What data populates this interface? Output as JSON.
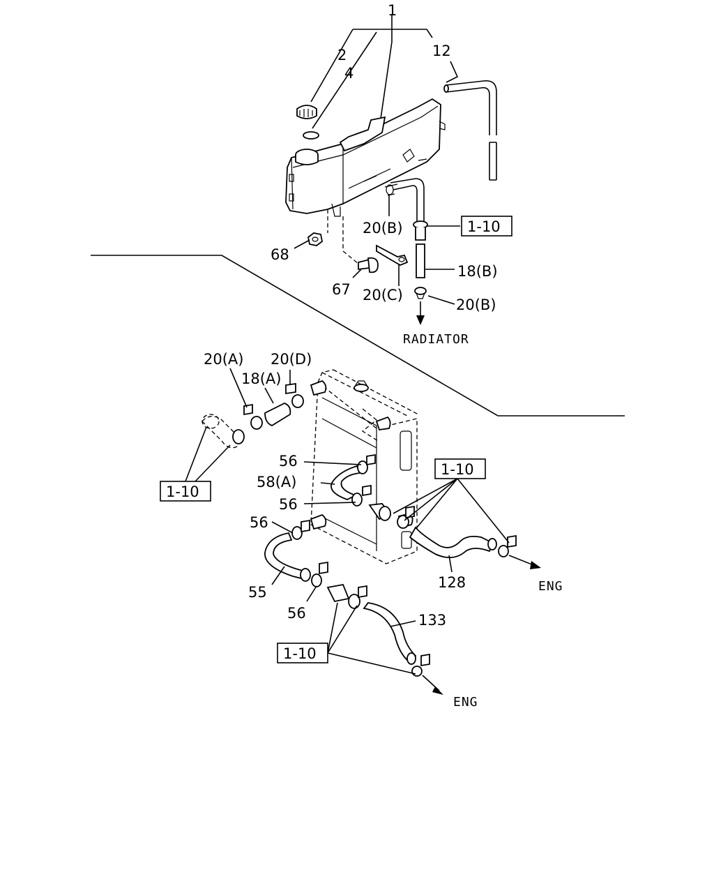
{
  "callouts": {
    "c1": "1",
    "c2": "2",
    "c4": "4",
    "c12": "12",
    "c20b_top": "20(B)",
    "c1_10_top": "1-10",
    "c18b": "18(B)",
    "c68": "68",
    "c67": "67",
    "c20c": "20(C)",
    "c20b_bottom": "20(B)",
    "radiator": "RADIATOR",
    "c20a": "20(A)",
    "c20d": "20(D)",
    "c18a": "18(A)",
    "c1_10_left": "1-10",
    "c56_a": "56",
    "c58a": "58(A)",
    "c56_b": "56",
    "c56_c": "56",
    "c1_10_right": "1-10",
    "c128": "128",
    "eng_right": "ENG",
    "c55": "55",
    "c56_d": "56",
    "c133": "133",
    "c1_10_bottom": "1-10",
    "eng_bottom": "ENG"
  }
}
